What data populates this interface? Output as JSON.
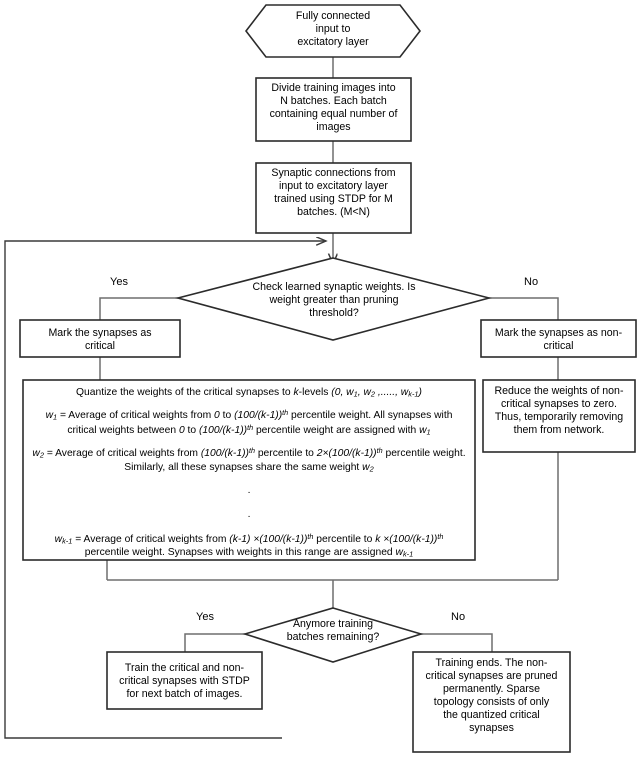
{
  "diagram": {
    "title": "STDP pruning and quantization flowchart",
    "colors": {
      "node_stroke": "#2b2b2b",
      "connector": "#6e6e6e",
      "background": "#ffffff",
      "text": "#000000"
    },
    "nodes": {
      "start": {
        "shape": "hexagon",
        "text": "Fully connected\ninput to\nexcitatory layer"
      },
      "divide_batches": {
        "shape": "rectangle",
        "text": "Divide training images into\nN batches. Each batch\ncontaining equal number of\nimages"
      },
      "stdp_train": {
        "shape": "rectangle",
        "text": "Synaptic connections from\ninput to excitatory layer\ntrained using STDP for M\nbatches. (M<N)"
      },
      "decision_weights": {
        "shape": "diamond",
        "text": "Check learned synaptic weights. Is\nweight greater than pruning\nthreshold?"
      },
      "mark_critical": {
        "shape": "rectangle",
        "text": "Mark the synapses as\ncritical"
      },
      "mark_noncritical": {
        "shape": "rectangle",
        "text": "Mark the synapses as non-\ncritical"
      },
      "quantize": {
        "shape": "rectangle",
        "heading": "Quantize the weights of the critical synapses to k-levels (0, w1, w2 ,....., wk-1)",
        "para1": "w1 = Average of critical weights from 0 to (100/(k-1))th percentile weight. All synapses with critical weights between 0 to (100/(k-1))th percentile weight are assigned with w1",
        "para2": "w2 = Average of critical weights from (100/(k-1))th percentile to 2×(100/(k-1))th percentile weight. Similarly, all these synapses share the same weight w2",
        "dots": ".",
        "para3": "wk-1 = Average of critical weights from (k-1) ×(100/(k-1))th percentile to k ×(100/(k-1))th percentile weight. Synapses with weights in this range are assigned wk-1"
      },
      "reduce_noncritical": {
        "shape": "rectangle",
        "text": "Reduce the weights of non-\ncritical synapses to zero.\nThus, temporarily removing\nthem from network."
      },
      "decision_batches": {
        "shape": "diamond",
        "text": "Anymore training\nbatches remaining?"
      },
      "train_next": {
        "shape": "rectangle",
        "text": "Train the critical and non-\ncritical synapses with STDP\nfor next batch of images."
      },
      "training_ends": {
        "shape": "rectangle",
        "text": "Training ends. The non-\ncritical synapses are pruned\npermanently. Sparse\ntopology consists of only\nthe quantized critical\nsynapses"
      }
    },
    "edge_labels": {
      "weights_yes": "Yes",
      "weights_no": "No",
      "batches_yes": "Yes",
      "batches_no": "No"
    }
  }
}
